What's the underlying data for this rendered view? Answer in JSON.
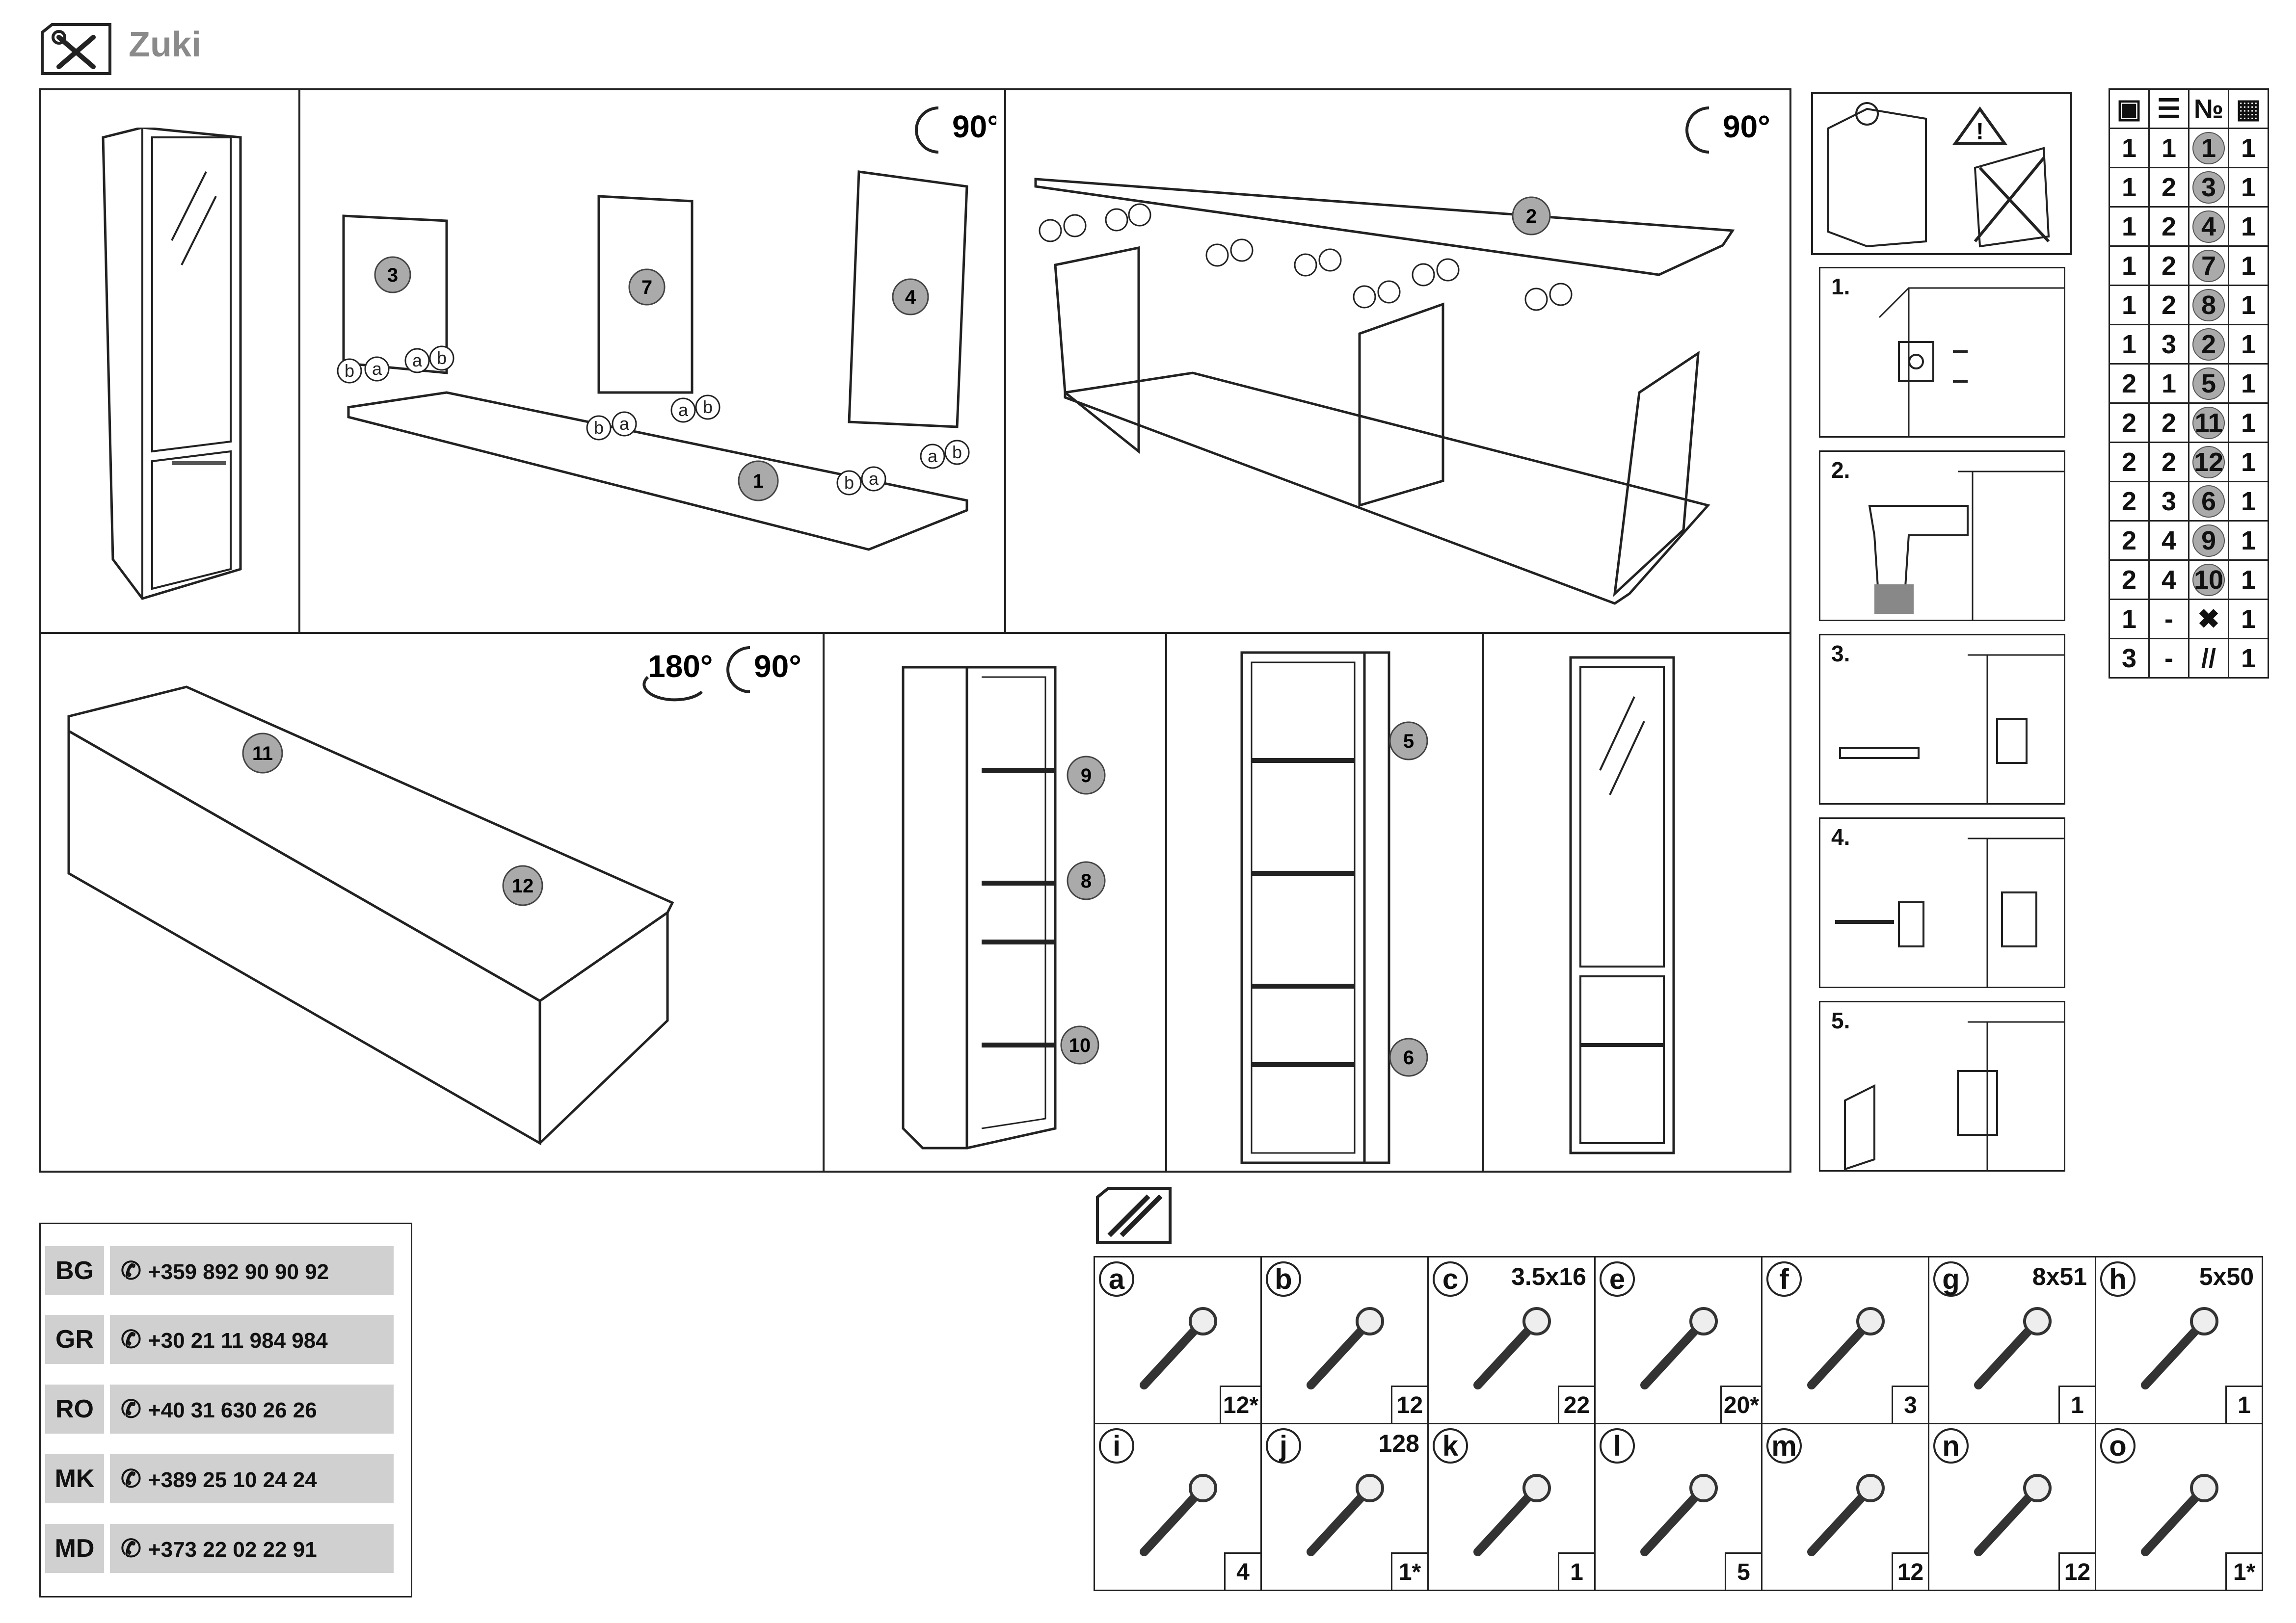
{
  "header": {
    "title": "Zuki",
    "icon": "tools-icon"
  },
  "rotations": {
    "r90a": "90°",
    "r90b": "90°",
    "r180": "180°",
    "r90c": "90°"
  },
  "panels": {
    "p3": "3",
    "p7": "7",
    "p4": "4",
    "p1": "1",
    "p2": "2",
    "p11": "11",
    "p12": "12",
    "p9": "9",
    "p8": "8",
    "p10": "10",
    "p5": "5",
    "p6": "6"
  },
  "parts_table": {
    "header_icons": [
      "package-icon",
      "stack-icon",
      "number-sign",
      "pages-icon"
    ],
    "header_no": "№",
    "rows": [
      [
        "1",
        "1",
        "1",
        "1"
      ],
      [
        "1",
        "2",
        "3",
        "1"
      ],
      [
        "1",
        "2",
        "4",
        "1"
      ],
      [
        "1",
        "2",
        "7",
        "1"
      ],
      [
        "1",
        "2",
        "8",
        "1"
      ],
      [
        "1",
        "3",
        "2",
        "1"
      ],
      [
        "2",
        "1",
        "5",
        "1"
      ],
      [
        "2",
        "2",
        "11",
        "1"
      ],
      [
        "2",
        "2",
        "12",
        "1"
      ],
      [
        "2",
        "3",
        "6",
        "1"
      ],
      [
        "2",
        "4",
        "9",
        "1"
      ],
      [
        "2",
        "4",
        "10",
        "1"
      ],
      [
        "1",
        "-",
        "tools-icon",
        "1"
      ],
      [
        "3",
        "-",
        "screws-icon",
        "1"
      ]
    ]
  },
  "wall_steps": [
    "1.",
    "2.",
    "3.",
    "4.",
    "5."
  ],
  "contacts": [
    {
      "code": "BG",
      "phone": "+359 892 90 90 92"
    },
    {
      "code": "GR",
      "phone": "+30 21 11 984 984"
    },
    {
      "code": "RO",
      "phone": "+40 31 630 26 26"
    },
    {
      "code": "MK",
      "phone": "+389 25 10 24 24"
    },
    {
      "code": "MD",
      "phone": "+373 22 02 22 91"
    }
  ],
  "hardware": [
    {
      "letter": "a",
      "dim": "",
      "qty": "12*",
      "icon": "cam-lock-icon"
    },
    {
      "letter": "b",
      "dim": "",
      "qty": "12",
      "icon": "dowel-icon"
    },
    {
      "letter": "c",
      "dim": "3.5x16",
      "qty": "22",
      "icon": "screw-icon"
    },
    {
      "letter": "e",
      "dim": "",
      "qty": "20*",
      "icon": "nail-icon"
    },
    {
      "letter": "f",
      "dim": "",
      "qty": "3",
      "icon": "washer-icon"
    },
    {
      "letter": "g",
      "dim": "8x51",
      "qty": "1",
      "icon": "wall-plug-icon"
    },
    {
      "letter": "h",
      "dim": "5x50",
      "qty": "1",
      "icon": "long-screw-icon"
    },
    {
      "letter": "i",
      "dim": "",
      "qty": "4",
      "icon": "foot-glide-icon"
    },
    {
      "letter": "j",
      "dim": "128",
      "qty": "1*",
      "icon": "handle-icon"
    },
    {
      "letter": "k",
      "dim": "",
      "qty": "1",
      "icon": "bracket-icon"
    },
    {
      "letter": "l",
      "dim": "",
      "qty": "5",
      "icon": "hinge-icon"
    },
    {
      "letter": "m",
      "dim": "",
      "qty": "12",
      "icon": "shelf-pin-icon"
    },
    {
      "letter": "n",
      "dim": "",
      "qty": "12",
      "icon": "cap-icon"
    },
    {
      "letter": "o",
      "dim": "",
      "qty": "1*",
      "icon": "wall-bracket-icon"
    }
  ]
}
